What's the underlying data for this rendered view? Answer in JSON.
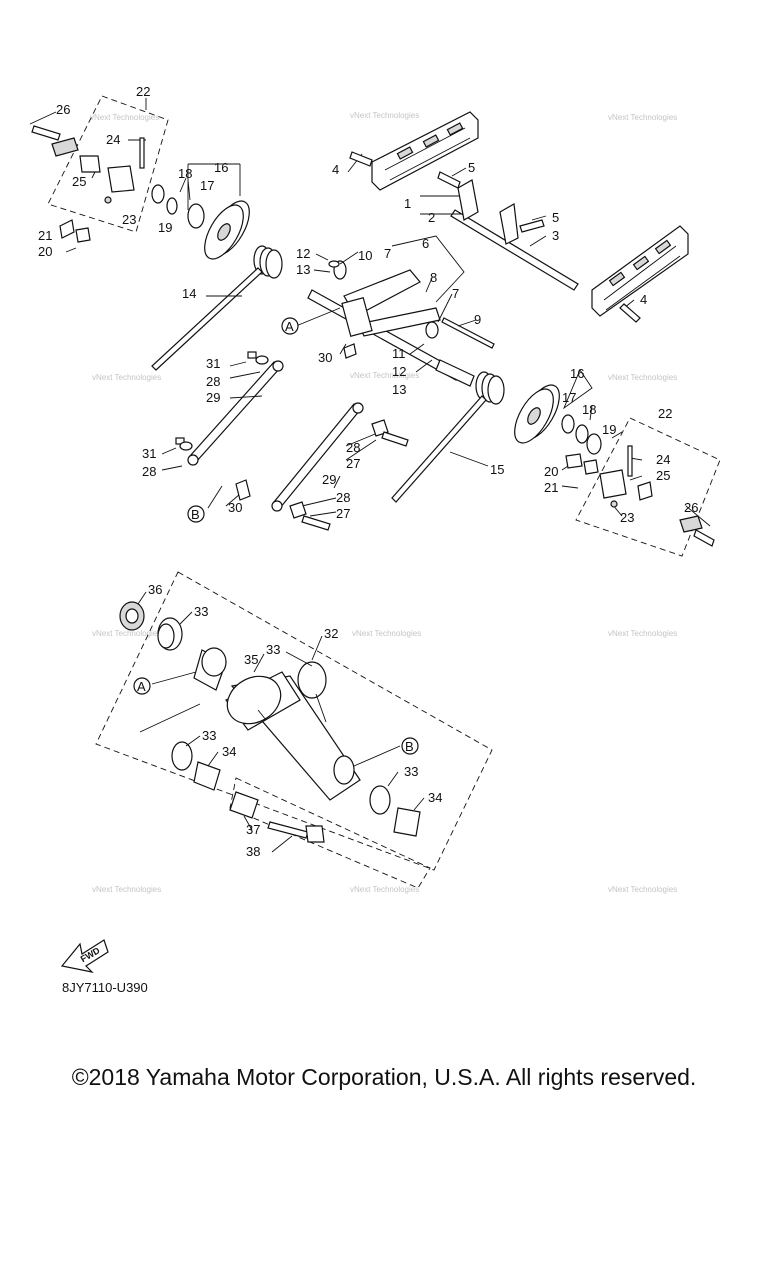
{
  "diagram": {
    "callouts": [
      "1",
      "2",
      "3",
      "4",
      "5",
      "6",
      "7",
      "8",
      "9",
      "10",
      "11",
      "12",
      "13",
      "14",
      "15",
      "16",
      "17",
      "18",
      "19",
      "20",
      "21",
      "22",
      "23",
      "24",
      "25",
      "26",
      "27",
      "28",
      "29",
      "30",
      "31",
      "32",
      "33",
      "34",
      "35",
      "36",
      "37",
      "38"
    ],
    "reference_markers": [
      "A",
      "B"
    ],
    "watermark": "vNext Technologies",
    "forward_arrow_label": "FWD",
    "part_code": "8JY7110-U390"
  },
  "footer": {
    "copyright": "©2018 Yamaha Motor Corporation, U.S.A. All rights reserved."
  }
}
